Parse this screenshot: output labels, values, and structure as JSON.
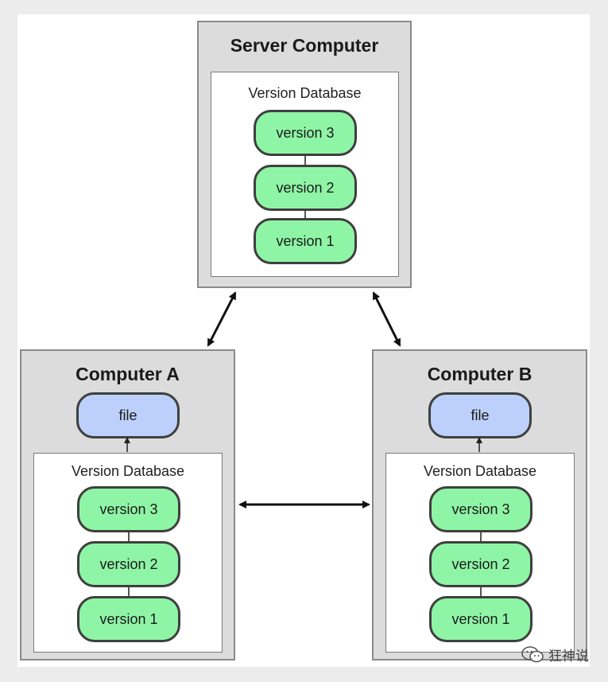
{
  "server": {
    "title": "Server Computer",
    "db_title": "Version Database",
    "versions": [
      "version 3",
      "version 2",
      "version 1"
    ]
  },
  "computer_a": {
    "title": "Computer A",
    "file_label": "file",
    "db_title": "Version Database",
    "versions": [
      "version 3",
      "version 2",
      "version 1"
    ]
  },
  "computer_b": {
    "title": "Computer B",
    "file_label": "file",
    "db_title": "Version Database",
    "versions": [
      "version 3",
      "version 2",
      "version 1"
    ]
  },
  "watermark": {
    "text": "狂神说",
    "icon": "wechat-icon"
  },
  "colors": {
    "version_fill": "#8ff5a6",
    "file_fill": "#bcd0fb",
    "computer_fill": "#dcdcdc"
  }
}
